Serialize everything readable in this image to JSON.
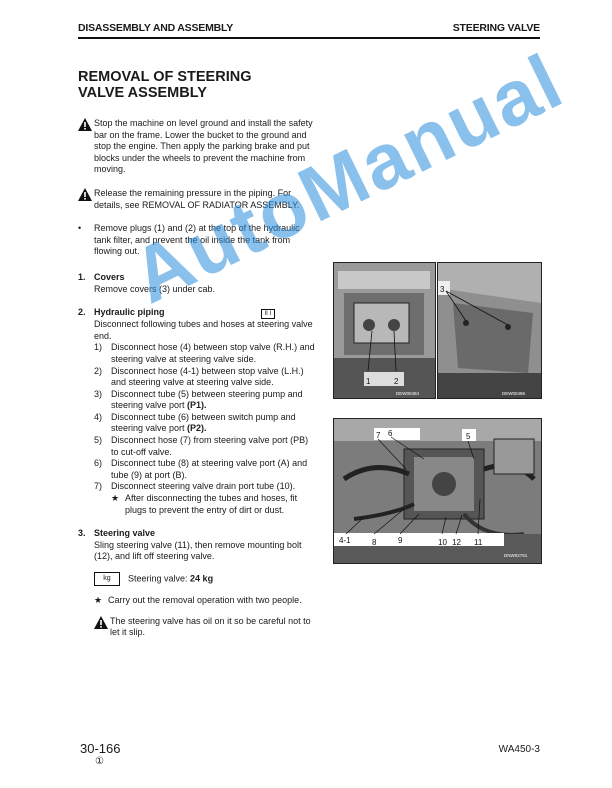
{
  "header": {
    "left": "DISASSEMBLY AND ASSEMBLY",
    "right": "STEERING VALVE"
  },
  "title": {
    "line1": "REMOVAL OF STEERING",
    "line2": "VALVE ASSEMBLY"
  },
  "warnings": [
    "Stop the machine on level ground and install the safety bar on the frame. Lower the bucket to the ground and stop the engine. Then apply the parking brake and put blocks under the wheels to prevent the machine from moving.",
    "Release the remaining pressure in the piping. For details, see REMOVAL OF RADIATOR ASSEMBLY."
  ],
  "bullet": {
    "mark": "•",
    "text": "Remove plugs (1) and (2) at the top of the hydraulic tank filter, and prevent the oil inside the tank from flowing out."
  },
  "sections": {
    "s1": {
      "num": "1.",
      "title": "Covers",
      "text": "Remove covers (3) under cab."
    },
    "s2": {
      "num": "2.",
      "title": "Hydraulic piping",
      "code": "II I",
      "intro": "Disconnect following tubes and hoses at steering valve end.",
      "items": [
        {
          "k": "1)",
          "t": "Disconnect hose (4) between stop valve (R.H.) and steering valve at steering valve side."
        },
        {
          "k": "2)",
          "t": "Disconnect hose (4-1) between stop valve (L.H.) and steering valve at steering valve side."
        },
        {
          "k": "3)",
          "t": "Disconnect tube (5) between steering pump and steering valve port ",
          "b": "(P1)."
        },
        {
          "k": "4)",
          "t": "Disconnect tube (6) between switch pump and steering valve port ",
          "b": "(P2)."
        },
        {
          "k": "5)",
          "t": "Disconnect hose (7) from steering valve port (PB) to cut-off valve."
        },
        {
          "k": "6)",
          "t": "Disconnect tube (8) at steering valve port (A) and tube (9) at port (B)."
        },
        {
          "k": "7)",
          "t": "Disconnect steering valve drain port tube (10)."
        }
      ],
      "star": {
        "k": "★",
        "t": "After disconnecting the tubes and hoses, fit plugs to prevent the entry of dirt or dust."
      }
    },
    "s3": {
      "num": "3.",
      "title": "Steering valve",
      "text": "Sling steering valve (11), then remove mounting bolt (12), and lift off steering valve.",
      "kg_icon": "kg",
      "weight_label": "Steering valve: ",
      "weight": "24 kg",
      "star": {
        "k": "★",
        "t": "Carry out the removal operation with two people."
      },
      "warning": "The steering valve has oil on it so be careful not to let it slip."
    }
  },
  "figures": {
    "fig1": {
      "labels": [
        "1",
        "2"
      ],
      "code": "DEW00484"
    },
    "fig2": {
      "labels": [
        "3"
      ],
      "code": "DEW00486"
    },
    "fig3": {
      "labels": [
        "7",
        "6",
        "5",
        "4-1",
        "8",
        "9",
        "10",
        "12",
        "11"
      ],
      "code": "DNW02791"
    }
  },
  "watermark": "AutoManual",
  "footer": {
    "page": "30-166",
    "rev": "①",
    "model": "WA450-3"
  }
}
